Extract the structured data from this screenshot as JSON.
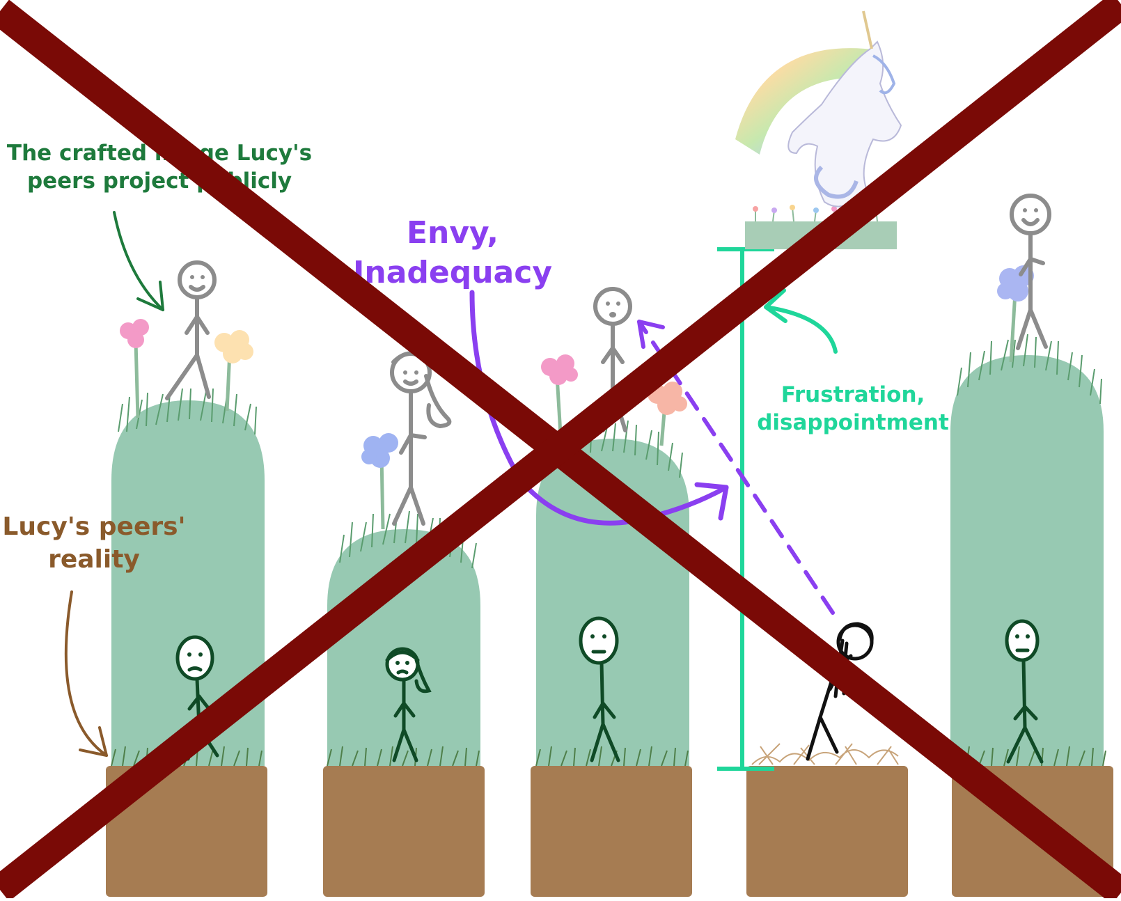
{
  "labels": {
    "crafted_line1": "The crafted image Lucy's",
    "crafted_line2": "peers project publicly",
    "reality_line1": "Lucy's peers'",
    "reality_line2": "reality",
    "envy_line1": "Envy,",
    "envy_line2": "Inadequacy",
    "frustration_line1": "Frustration,",
    "frustration_line2": "disappointment"
  },
  "colors": {
    "pillar": "#97c9b2",
    "soil": "#a67c52",
    "grass": "#5a9c6e",
    "dry_grass": "#c8a47a",
    "peer_reality": "#0f4a26",
    "peer_image": "#8c8c8c",
    "lucy": "#111111",
    "crafted_text": "#1e7a3c",
    "reality_text": "#8a5a2b",
    "envy": "#8a3ff0",
    "frustration": "#1fd69a",
    "cross": "#7a0a06"
  },
  "icons": {
    "unicorn": "rainbow-unicorn-icon",
    "flower": "flower-icon"
  }
}
